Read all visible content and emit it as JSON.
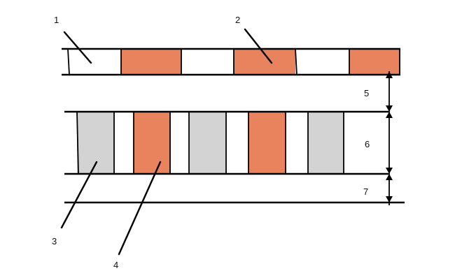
{
  "colors": {
    "background": "#ffffff",
    "stroke": "#000000",
    "orange": "#e8835d",
    "gray": "#d3d3d3",
    "white": "#ffffff"
  },
  "labels": {
    "l1": "1",
    "l2": "2",
    "l3": "3",
    "l4": "4",
    "l5": "5",
    "l6": "6",
    "l7": "7"
  },
  "rows": {
    "top_sequence": [
      "white",
      "orange",
      "white",
      "orange",
      "white",
      "orange"
    ],
    "middle_sequence": [
      "gray",
      "white",
      "orange",
      "white",
      "gray",
      "white",
      "orange",
      "white",
      "gray"
    ]
  }
}
